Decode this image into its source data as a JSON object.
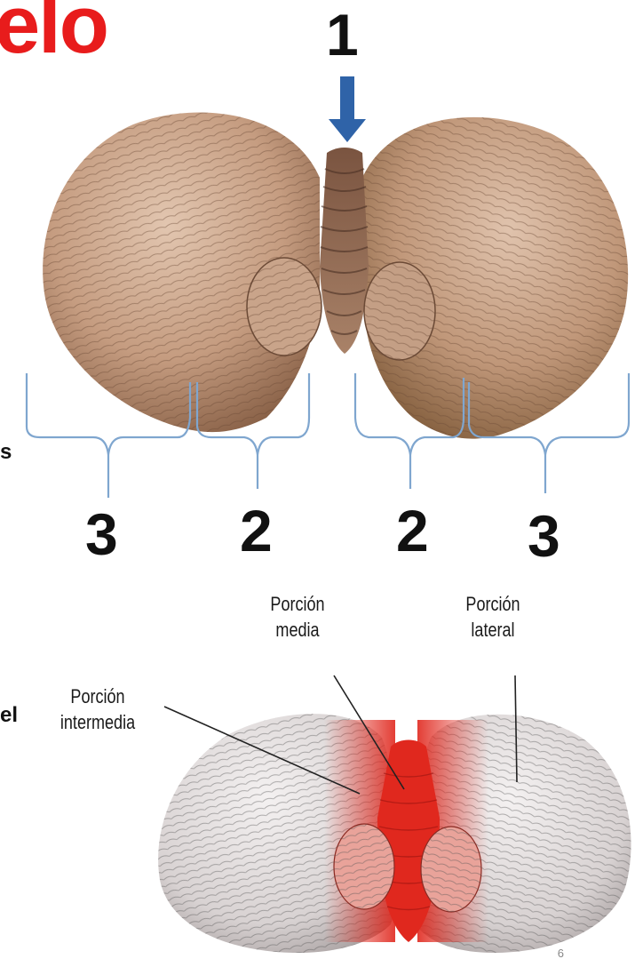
{
  "title": "elo",
  "numbers": {
    "vermis_arrow": "1",
    "left_outer": "3",
    "left_inner": "2",
    "right_inner": "2",
    "right_outer": "3"
  },
  "labels": {
    "porcion_media": "Porción media",
    "porcion_lateral": "Porción lateral",
    "porcion_intermedia": "Porción intermedia"
  },
  "edge_fragments": {
    "left_s": "s",
    "left_l": "el"
  },
  "slide_number": "6",
  "colors": {
    "title": "#e81c1c",
    "arrow": "#2f63a8",
    "brace": "#7fa6cf",
    "tissue_top": "#c9a68c",
    "highlight_red": "#e0281e"
  },
  "icons": {
    "arrow": "down-arrow-icon"
  }
}
